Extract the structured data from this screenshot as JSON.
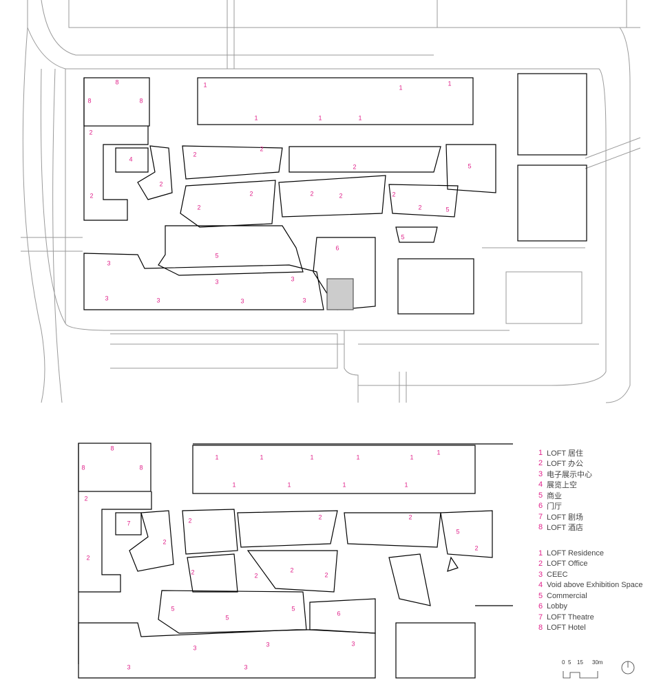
{
  "legend_cn": [
    {
      "num": "1",
      "label": "LOFT 居住"
    },
    {
      "num": "2",
      "label": "LOFT 办公"
    },
    {
      "num": "3",
      "label": "电子展示中心"
    },
    {
      "num": "4",
      "label": "展览上空"
    },
    {
      "num": "5",
      "label": "商业"
    },
    {
      "num": "6",
      "label": "门厅"
    },
    {
      "num": "7",
      "label": "LOFT 剧场"
    },
    {
      "num": "8",
      "label": "LOFT 酒店"
    }
  ],
  "legend_en": [
    {
      "num": "1",
      "label": "LOFT Residence"
    },
    {
      "num": "2",
      "label": "LOFT Office"
    },
    {
      "num": "3",
      "label": "CEEC"
    },
    {
      "num": "4",
      "label": "Void above Exhibition Space"
    },
    {
      "num": "5",
      "label": "Commercial"
    },
    {
      "num": "6",
      "label": "Lobby"
    },
    {
      "num": "7",
      "label": "LOFT Theatre"
    },
    {
      "num": "8",
      "label": "LOFT Hotel"
    }
  ],
  "scale_bar": {
    "ticks": [
      "0",
      "5",
      "15",
      "30m"
    ]
  },
  "plan_upper_labels": [
    "8",
    "8",
    "8",
    "2",
    "4",
    "2",
    "2",
    "1",
    "1",
    "1",
    "1",
    "1",
    "1",
    "2",
    "2",
    "2",
    "5",
    "2",
    "2",
    "2",
    "2",
    "2",
    "2",
    "5",
    "5",
    "6",
    "5",
    "3",
    "3",
    "3",
    "3",
    "3",
    "3",
    "3"
  ],
  "plan_lower_labels": [
    "8",
    "8",
    "8",
    "1",
    "1",
    "1",
    "1",
    "1",
    "1",
    "1",
    "1",
    "1",
    "1",
    "2",
    "7",
    "2",
    "2",
    "2",
    "5",
    "2",
    "2",
    "2",
    "2",
    "2",
    "2",
    "2",
    "5",
    "5",
    "5",
    "6",
    "3",
    "3",
    "3",
    "3",
    "3"
  ],
  "colors": {
    "accent": "#e0218a",
    "lines": "#000000",
    "roads": "#9a9a9a"
  }
}
